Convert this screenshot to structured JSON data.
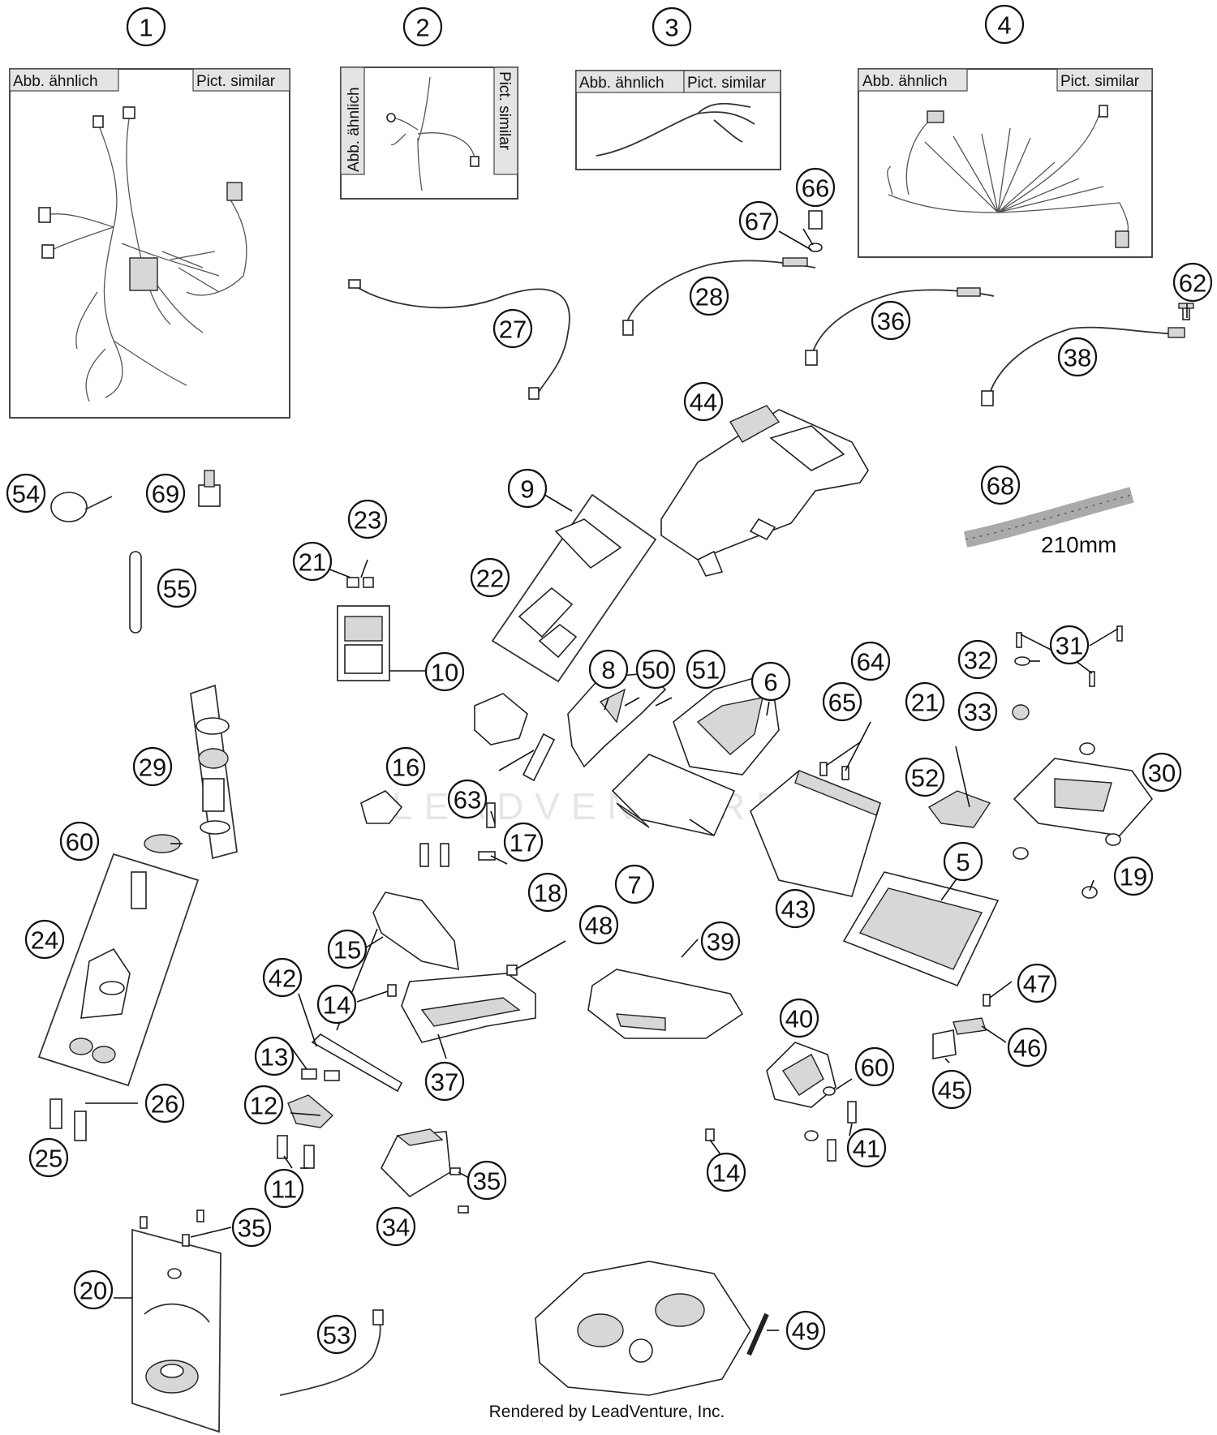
{
  "tags": {
    "de": "Abb. ähnlich",
    "en": "Pict. similar"
  },
  "length_label": "210mm",
  "footer": "Rendered by LeadVenture, Inc.",
  "watermark": "LEADVENTURE",
  "callouts": [
    {
      "id": "c-1",
      "num": "1"
    },
    {
      "id": "c-2",
      "num": "2"
    },
    {
      "id": "c-3",
      "num": "3"
    },
    {
      "id": "c-4",
      "num": "4"
    },
    {
      "id": "c-66",
      "num": "66"
    },
    {
      "id": "c-67",
      "num": "67"
    },
    {
      "id": "c-28",
      "num": "28"
    },
    {
      "id": "c-27",
      "num": "27"
    },
    {
      "id": "c-36",
      "num": "36"
    },
    {
      "id": "c-62",
      "num": "62"
    },
    {
      "id": "c-38",
      "num": "38"
    },
    {
      "id": "c-44",
      "num": "44"
    },
    {
      "id": "c-68",
      "num": "68"
    },
    {
      "id": "c-54",
      "num": "54"
    },
    {
      "id": "c-69",
      "num": "69"
    },
    {
      "id": "c-55",
      "num": "55"
    },
    {
      "id": "c-9",
      "num": "9"
    },
    {
      "id": "c-23",
      "num": "23"
    },
    {
      "id": "c-21a",
      "num": "21"
    },
    {
      "id": "c-22",
      "num": "22"
    },
    {
      "id": "c-10",
      "num": "10"
    },
    {
      "id": "c-8",
      "num": "8"
    },
    {
      "id": "c-50",
      "num": "50"
    },
    {
      "id": "c-51",
      "num": "51"
    },
    {
      "id": "c-6",
      "num": "6"
    },
    {
      "id": "c-64",
      "num": "64"
    },
    {
      "id": "c-65",
      "num": "65"
    },
    {
      "id": "c-21b",
      "num": "21"
    },
    {
      "id": "c-32",
      "num": "32"
    },
    {
      "id": "c-31",
      "num": "31"
    },
    {
      "id": "c-33",
      "num": "33"
    },
    {
      "id": "c-30",
      "num": "30"
    },
    {
      "id": "c-29",
      "num": "29"
    },
    {
      "id": "c-16",
      "num": "16"
    },
    {
      "id": "c-63",
      "num": "63"
    },
    {
      "id": "c-52",
      "num": "52"
    },
    {
      "id": "c-17",
      "num": "17"
    },
    {
      "id": "c-7",
      "num": "7"
    },
    {
      "id": "c-43",
      "num": "43"
    },
    {
      "id": "c-5",
      "num": "5"
    },
    {
      "id": "c-19",
      "num": "19"
    },
    {
      "id": "c-60a",
      "num": "60"
    },
    {
      "id": "c-18",
      "num": "18"
    },
    {
      "id": "c-24",
      "num": "24"
    },
    {
      "id": "c-15",
      "num": "15"
    },
    {
      "id": "c-48",
      "num": "48"
    },
    {
      "id": "c-39",
      "num": "39"
    },
    {
      "id": "c-42",
      "num": "42"
    },
    {
      "id": "c-14a",
      "num": "14"
    },
    {
      "id": "c-47",
      "num": "47"
    },
    {
      "id": "c-40",
      "num": "40"
    },
    {
      "id": "c-46",
      "num": "46"
    },
    {
      "id": "c-13",
      "num": "13"
    },
    {
      "id": "c-37",
      "num": "37"
    },
    {
      "id": "c-60b",
      "num": "60"
    },
    {
      "id": "c-45",
      "num": "45"
    },
    {
      "id": "c-26",
      "num": "26"
    },
    {
      "id": "c-12",
      "num": "12"
    },
    {
      "id": "c-25",
      "num": "25"
    },
    {
      "id": "c-41",
      "num": "41"
    },
    {
      "id": "c-35a",
      "num": "35"
    },
    {
      "id": "c-14b",
      "num": "14"
    },
    {
      "id": "c-11",
      "num": "11"
    },
    {
      "id": "c-34",
      "num": "34"
    },
    {
      "id": "c-35b",
      "num": "35"
    },
    {
      "id": "c-20",
      "num": "20"
    },
    {
      "id": "c-53",
      "num": "53"
    },
    {
      "id": "c-49",
      "num": "49"
    }
  ]
}
